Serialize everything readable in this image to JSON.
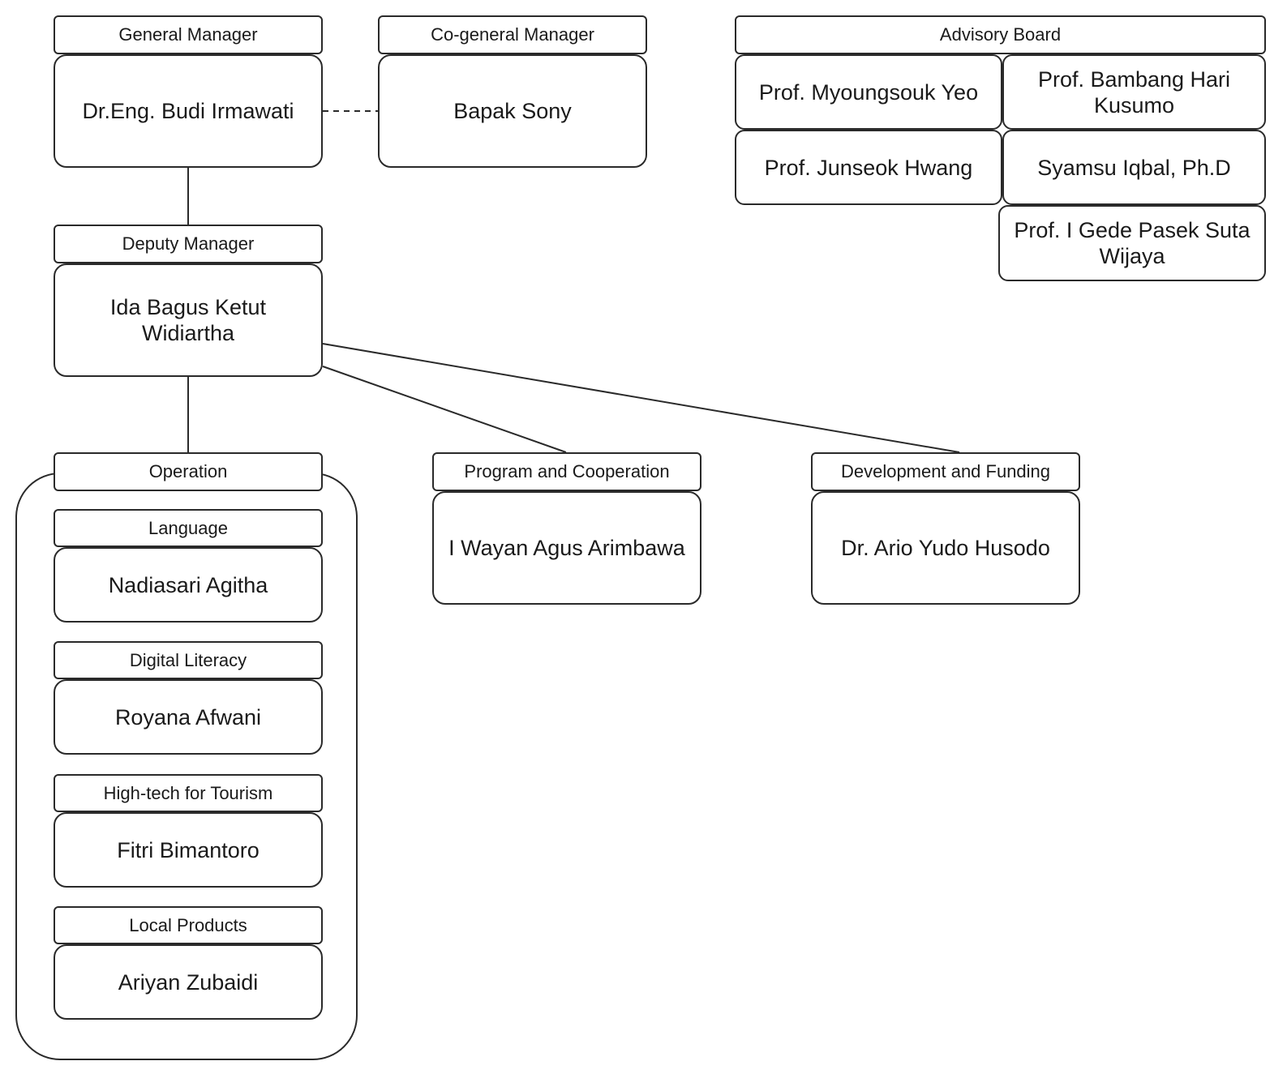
{
  "general_manager": {
    "role": "General Manager",
    "name": "Dr.Eng. Budi Irmawati"
  },
  "co_general_manager": {
    "role": "Co-general Manager",
    "name": "Bapak Sony"
  },
  "advisory_board": {
    "title": "Advisory Board",
    "members": [
      "Prof. Myoungsouk Yeo",
      "Prof. Bambang Hari Kusumo",
      "Prof. Junseok Hwang",
      "Syamsu Iqbal, Ph.D",
      "Prof. I Gede Pasek Suta Wijaya"
    ]
  },
  "deputy_manager": {
    "role": "Deputy Manager",
    "name": "Ida Bagus Ketut Widiartha"
  },
  "operation": {
    "title": "Operation",
    "units": [
      {
        "role": "Language",
        "name": "Nadiasari Agitha"
      },
      {
        "role": "Digital Literacy",
        "name": "Royana Afwani"
      },
      {
        "role": "High-tech for Tourism",
        "name": "Fitri Bimantoro"
      },
      {
        "role": "Local Products",
        "name": "Ariyan Zubaidi"
      }
    ]
  },
  "program_cooperation": {
    "role": "Program and Cooperation",
    "name": "I Wayan Agus Arimbawa"
  },
  "development_funding": {
    "role": "Development and Funding",
    "name": "Dr. Ario Yudo Husodo"
  }
}
